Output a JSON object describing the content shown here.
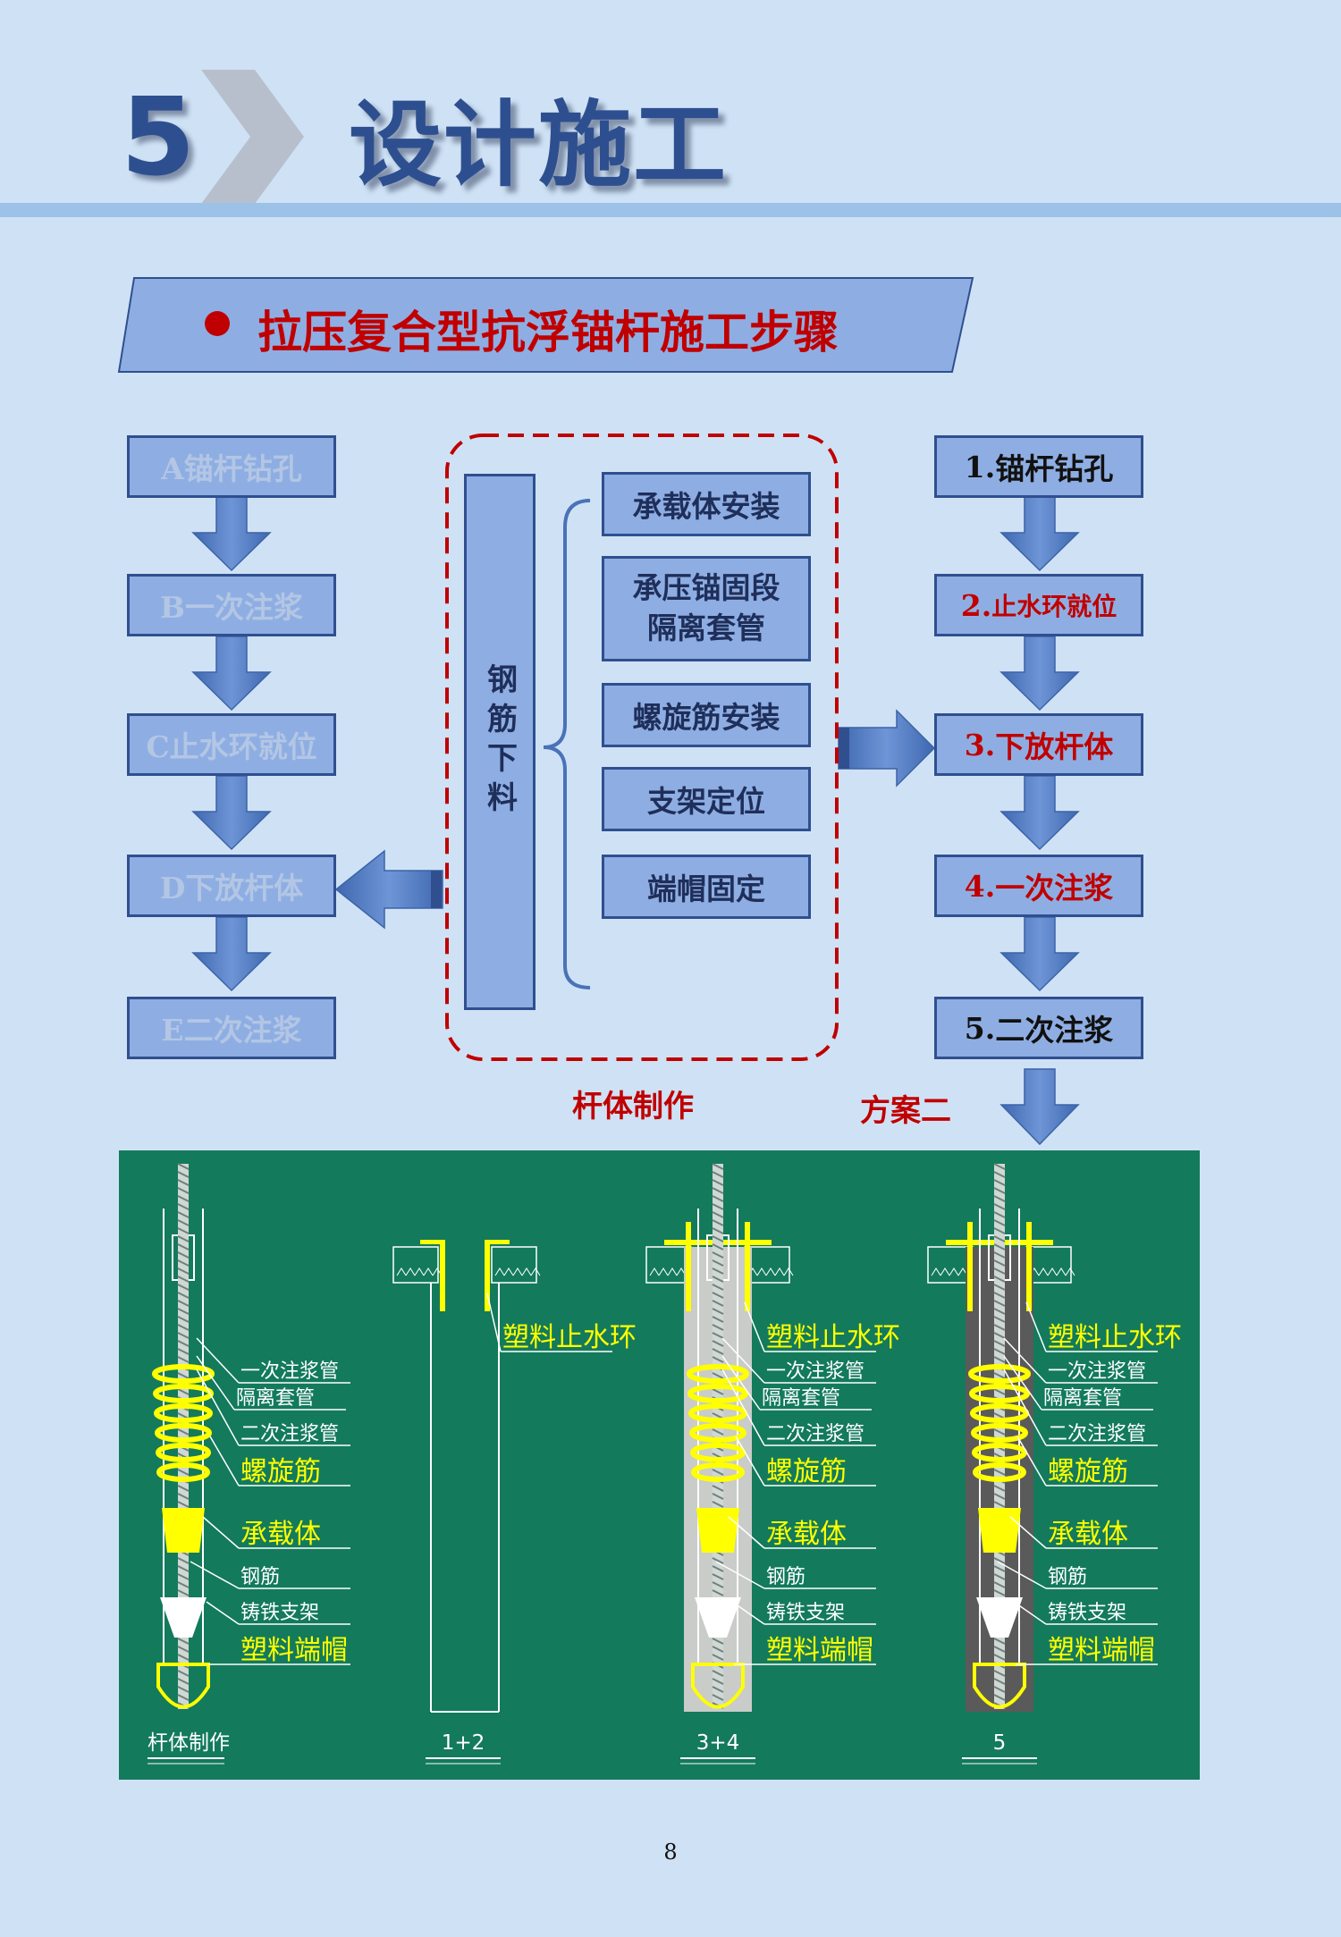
{
  "header": {
    "section_number": "5",
    "title": "设计施工"
  },
  "banner": {
    "text": "拉压复合型抗浮锚杆施工步骤"
  },
  "left_steps": [
    "A锚杆钻孔",
    "B一次注浆",
    "C止水环就位",
    "D下放杆体",
    "E二次注浆"
  ],
  "center": {
    "vertical_label": "钢筋下料",
    "items": [
      "承载体安装",
      "承压锚固段隔离套管",
      "螺旋筋安装",
      "支架定位",
      "端帽固定"
    ],
    "caption": "杆体制作"
  },
  "right_steps": [
    {
      "num": "1.",
      "text": "锚杆钻孔",
      "highlight": false
    },
    {
      "num": "2.",
      "text": "止水环就位",
      "highlight": true
    },
    {
      "num": "3.",
      "text": "下放杆体",
      "highlight": true
    },
    {
      "num": "4.",
      "text": "一次注浆",
      "highlight": true
    },
    {
      "num": "5.",
      "text": "二次注浆",
      "highlight": false
    }
  ],
  "right_caption": "方案二",
  "drawing": {
    "labels": {
      "primary_grout_pipe": "一次注浆管",
      "isolation_sleeve": "隔离套管",
      "secondary_grout_pipe": "二次注浆管",
      "spiral_bar": "螺旋筋",
      "bearing_body": "承载体",
      "rebar": "钢筋",
      "cast_iron_support": "铸铁支架",
      "plastic_end_cap": "塑料端帽",
      "plastic_water_stop": "塑料止水环"
    },
    "stage_captions": [
      "杆体制作",
      "1+2",
      "3+4",
      "5"
    ]
  },
  "page_number": "8",
  "colors": {
    "title_blue": "#2e4f8f",
    "box_fill": "#8eaee3",
    "accent_red": "#c00000",
    "panel_green": "#137a5c",
    "yellow": "#ffff00"
  }
}
